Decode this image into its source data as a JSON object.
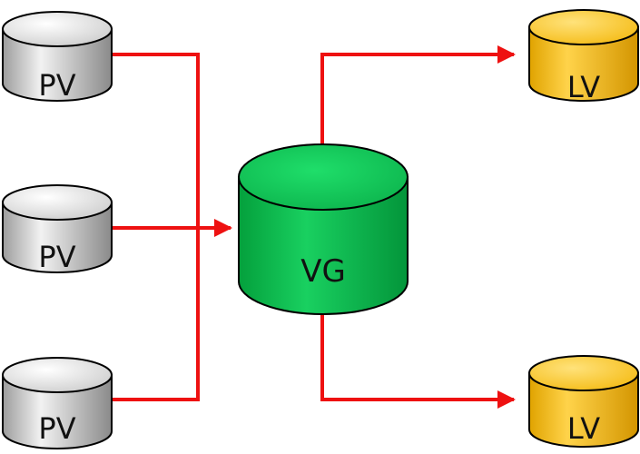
{
  "nodes": {
    "pv": [
      {
        "label": "PV"
      },
      {
        "label": "PV"
      },
      {
        "label": "PV"
      }
    ],
    "vg": {
      "label": "VG"
    },
    "lv": [
      {
        "label": "LV"
      },
      {
        "label": "LV"
      }
    ]
  },
  "colors": {
    "connector": "#ee1111",
    "pv_fill": "#d9d9d9",
    "vg_fill": "#10c050",
    "lv_fill": "#f8c020",
    "outline": "#000000"
  }
}
